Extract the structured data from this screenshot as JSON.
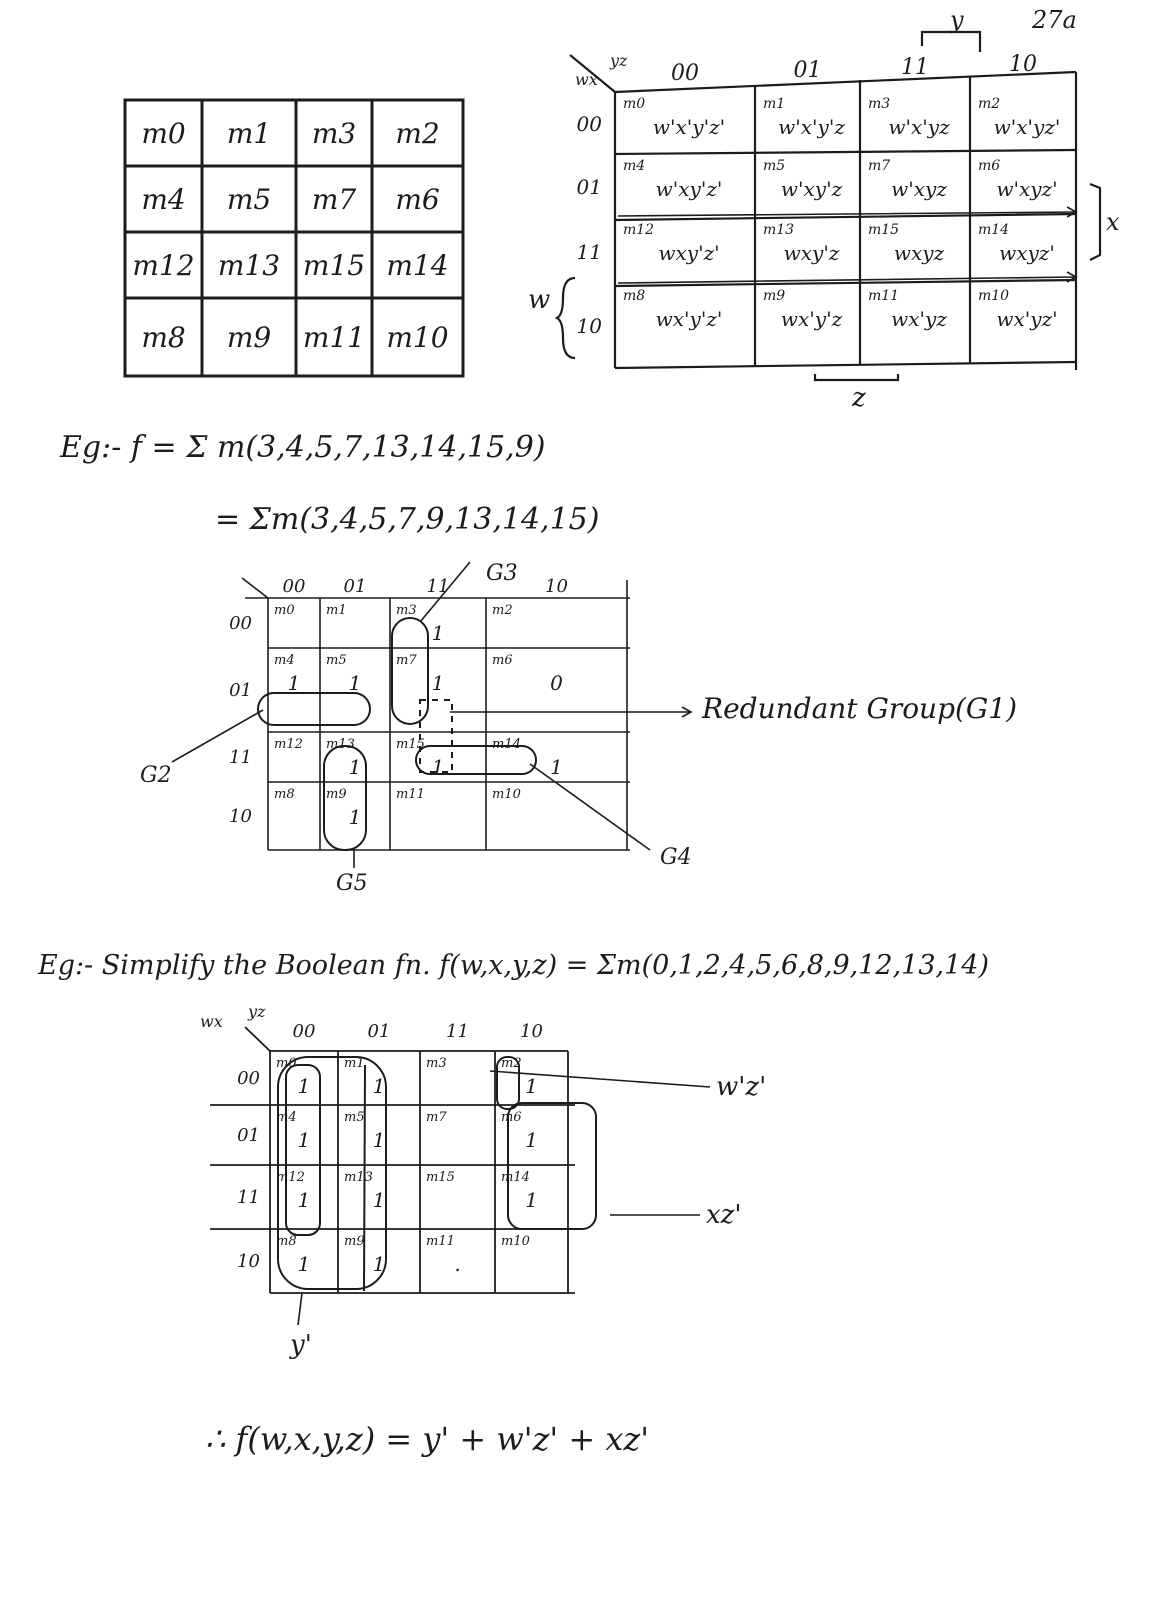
{
  "page_number": "27a",
  "km_simple": {
    "rows": [
      [
        "m0",
        "m1",
        "m3",
        "m2"
      ],
      [
        "m4",
        "m5",
        "m7",
        "m6"
      ],
      [
        "m12",
        "m13",
        "m15",
        "m14"
      ],
      [
        "m8",
        "m9",
        "m11",
        "m10"
      ]
    ]
  },
  "km_full": {
    "corner_row_var": "wx",
    "corner_col_var": "yz",
    "col_headers": [
      "00",
      "01",
      "11",
      "10"
    ],
    "row_headers": [
      "00",
      "01",
      "11",
      "10"
    ],
    "w_label": "w",
    "x_label": "x",
    "y_label": "y",
    "z_label": "z",
    "cells": [
      [
        {
          "m": "m0",
          "t": "w'x'y'z'"
        },
        {
          "m": "m1",
          "t": "w'x'y'z"
        },
        {
          "m": "m3",
          "t": "w'x'yz"
        },
        {
          "m": "m2",
          "t": "w'x'yz'"
        }
      ],
      [
        {
          "m": "m4",
          "t": "w'xy'z'"
        },
        {
          "m": "m5",
          "t": "w'xy'z"
        },
        {
          "m": "m7",
          "t": "w'xyz"
        },
        {
          "m": "m6",
          "t": "w'xyz'"
        }
      ],
      [
        {
          "m": "m12",
          "t": "wxy'z'"
        },
        {
          "m": "m13",
          "t": "wxy'z"
        },
        {
          "m": "m15",
          "t": "wxyz"
        },
        {
          "m": "m14",
          "t": "wxyz'"
        }
      ],
      [
        {
          "m": "m8",
          "t": "wx'y'z'"
        },
        {
          "m": "m9",
          "t": "wx'y'z"
        },
        {
          "m": "m11",
          "t": "wx'yz"
        },
        {
          "m": "m10",
          "t": "wx'yz'"
        }
      ]
    ]
  },
  "eg1": {
    "line1": "Eg:- f = Σ m(3,4,5,7,13,14,15,9)",
    "line2": "= Σm(3,4,5,7,9,13,14,15)",
    "col_headers": [
      "00",
      "01",
      "11",
      "10"
    ],
    "row_headers": [
      "00",
      "01",
      "11",
      "10"
    ],
    "cells": [
      [
        {
          "m": "m0",
          "v": ""
        },
        {
          "m": "m1",
          "v": ""
        },
        {
          "m": "m3",
          "v": "1"
        },
        {
          "m": "m2",
          "v": ""
        }
      ],
      [
        {
          "m": "m4",
          "v": "1"
        },
        {
          "m": "m5",
          "v": "1"
        },
        {
          "m": "m7",
          "v": "1"
        },
        {
          "m": "m6",
          "v": "0"
        }
      ],
      [
        {
          "m": "m12",
          "v": ""
        },
        {
          "m": "m13",
          "v": "1"
        },
        {
          "m": "m15",
          "v": "1"
        },
        {
          "m": "m14",
          "v": "1"
        }
      ],
      [
        {
          "m": "m8",
          "v": ""
        },
        {
          "m": "m9",
          "v": "1"
        },
        {
          "m": "m11",
          "v": ""
        },
        {
          "m": "m10",
          "v": ""
        }
      ]
    ],
    "g1_label": "Redundant Group(G1)",
    "g2": "G2",
    "g3": "G3",
    "g4": "G4",
    "g5": "G5"
  },
  "eg2": {
    "title": "Eg:- Simplify the Boolean fn. f(w,x,y,z) = Σm(0,1,2,4,5,6,8,9,12,13,14)",
    "corner_row_var": "wx",
    "corner_col_var": "yz",
    "col_headers": [
      "00",
      "01",
      "11",
      "10"
    ],
    "row_headers": [
      "00",
      "01",
      "11",
      "10"
    ],
    "cells": [
      [
        {
          "m": "m0",
          "v": "1"
        },
        {
          "m": "m1",
          "v": "1"
        },
        {
          "m": "m3",
          "v": ""
        },
        {
          "m": "m2",
          "v": "1"
        }
      ],
      [
        {
          "m": "m4",
          "v": "1"
        },
        {
          "m": "m5",
          "v": "1"
        },
        {
          "m": "m7",
          "v": ""
        },
        {
          "m": "m6",
          "v": "1"
        }
      ],
      [
        {
          "m": "m12",
          "v": "1"
        },
        {
          "m": "m13",
          "v": "1"
        },
        {
          "m": "m15",
          "v": ""
        },
        {
          "m": "m14",
          "v": "1"
        }
      ],
      [
        {
          "m": "m8",
          "v": "1"
        },
        {
          "m": "m9",
          "v": "1"
        },
        {
          "m": "m11",
          "v": "."
        },
        {
          "m": "m10",
          "v": ""
        }
      ]
    ],
    "label_wz": "w'z'",
    "label_xz": "xz'",
    "label_y": "y'",
    "result": "∴ f(w,x,y,z) = y' + w'z' + xz'"
  }
}
